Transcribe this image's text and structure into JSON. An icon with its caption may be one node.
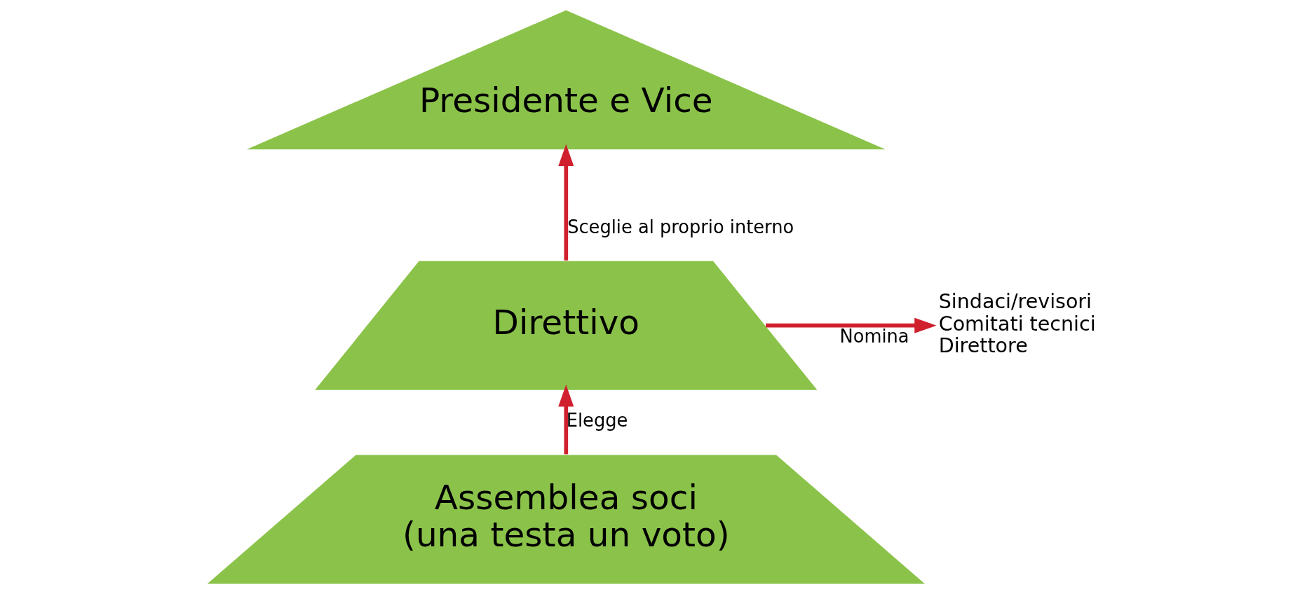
{
  "diagram": {
    "nodes": [
      {
        "text": [
          "Presidente e Vice"
        ]
      },
      {
        "text": [
          "Direttivo"
        ]
      },
      {
        "text": [
          "Assemblea soci",
          "(una testa un voto)"
        ]
      },
      {
        "text": [
          "Sindaci/revisori",
          "Comitati tecnici",
          "Direttore"
        ]
      }
    ],
    "edges": [
      {
        "from": 1,
        "to": 0,
        "arrow": "to",
        "label": "Sceglie al proprio interno"
      },
      {
        "from": 2,
        "to": 1,
        "arrow": "to",
        "label": "Elegge"
      },
      {
        "from": 1,
        "to": 3,
        "arrow": "to",
        "label": "Nomina"
      }
    ]
  }
}
